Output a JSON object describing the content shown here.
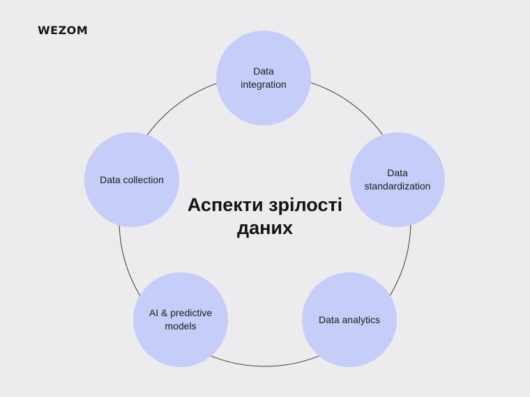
{
  "brand": {
    "logo_text": "WEZOM"
  },
  "diagram": {
    "title": "Аспекти зрілості даних",
    "nodes": [
      {
        "label": "Data integration"
      },
      {
        "label": "Data standardization"
      },
      {
        "label": "Data analytics"
      },
      {
        "label": "AI & predictive models"
      },
      {
        "label": "Data collection"
      }
    ]
  },
  "colors": {
    "background": "#ececee",
    "node_fill": "#c5cdf8",
    "ring_stroke": "#3a3a3a",
    "text": "#141414"
  }
}
